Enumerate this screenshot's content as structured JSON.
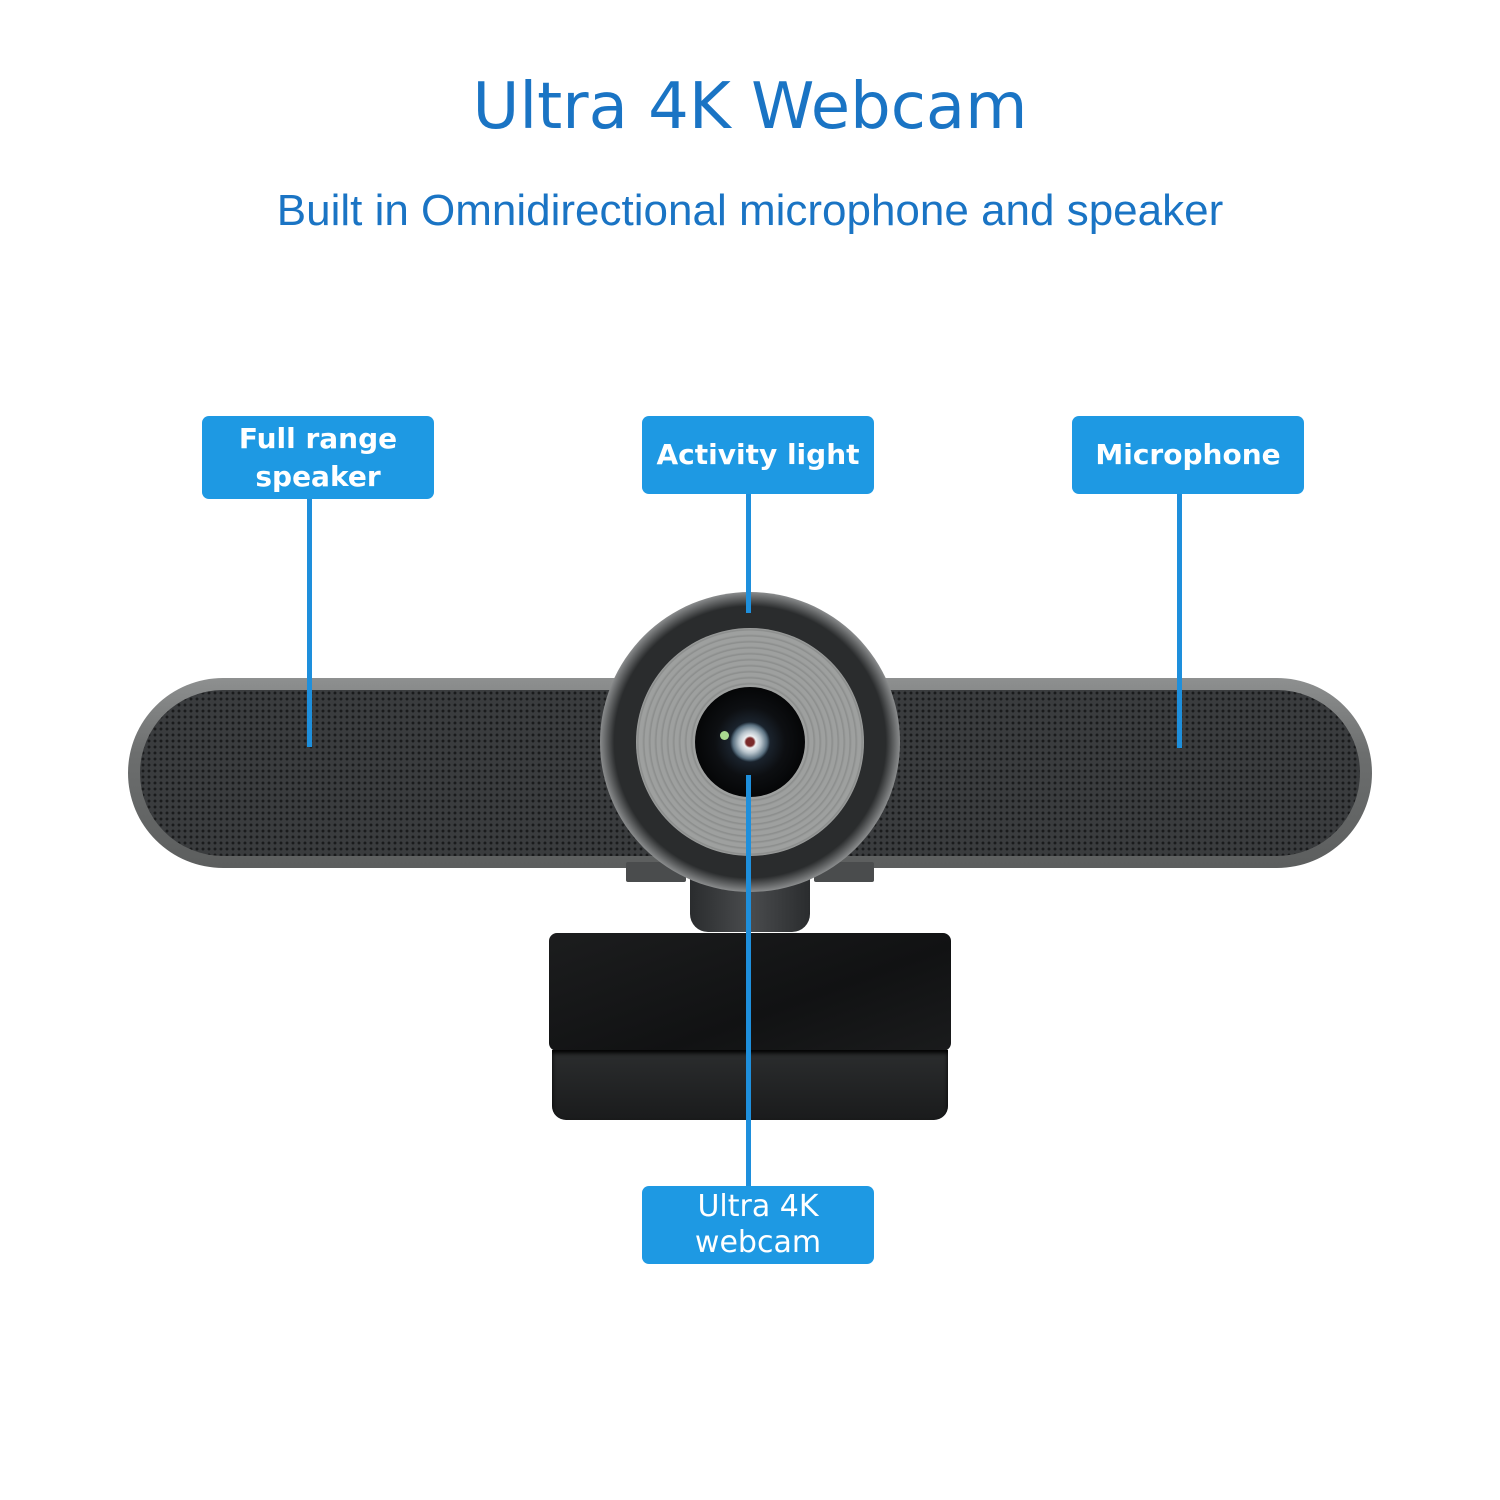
{
  "header": {
    "title": "Ultra 4K Webcam",
    "subtitle": "Built in Omnidirectional microphone and speaker"
  },
  "callouts": [
    {
      "id": "speaker",
      "label_line1": "Full range",
      "label_line2": "speaker"
    },
    {
      "id": "activity-light",
      "label": "Activity light"
    },
    {
      "id": "microphone",
      "label": "Microphone"
    },
    {
      "id": "webcam",
      "label_line1": "Ultra 4K",
      "label_line2": "webcam"
    }
  ],
  "colors": {
    "title_blue": "#1a74c4",
    "label_blue": "#1e99e3",
    "device_grey": "#5c5e5e"
  }
}
